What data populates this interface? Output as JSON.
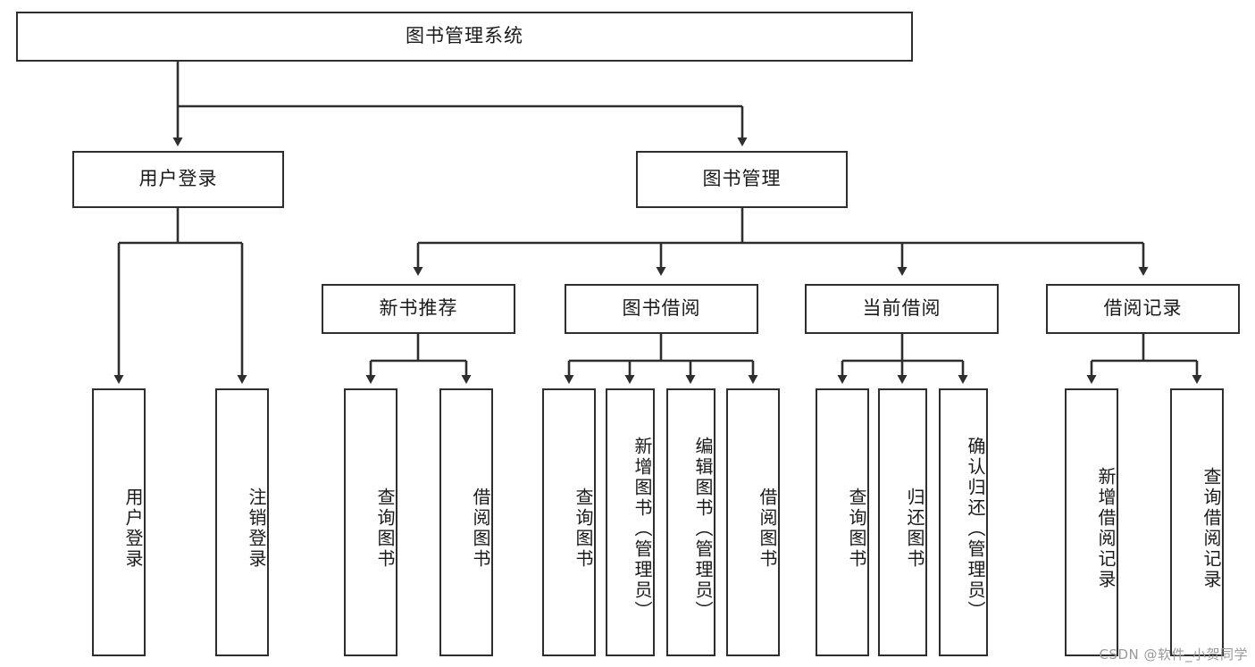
{
  "diagram": {
    "type": "tree",
    "title": "图书管理系统",
    "watermark": "CSDN @软件_小贺同学",
    "levels": {
      "root": {
        "label": "图书管理系统"
      },
      "level2": [
        {
          "label": "用户登录"
        },
        {
          "label": "图书管理"
        }
      ],
      "level3": [
        {
          "label": "新书推荐"
        },
        {
          "label": "图书借阅"
        },
        {
          "label": "当前借阅"
        },
        {
          "label": "借阅记录"
        }
      ],
      "leaves": {
        "user_login": [
          {
            "label": "用户登录"
          },
          {
            "label": "注销登录"
          }
        ],
        "new_book_recommend": [
          {
            "label": "查询图书"
          },
          {
            "label": "借阅图书"
          }
        ],
        "book_borrow": [
          {
            "label": "查询图书"
          },
          {
            "label": "新增图书（管理员）"
          },
          {
            "label": "编辑图书（管理员）"
          },
          {
            "label": "借阅图书"
          }
        ],
        "current_borrow": [
          {
            "label": "查询图书"
          },
          {
            "label": "归还图书"
          },
          {
            "label": "确认归还（管理员）"
          }
        ],
        "borrow_record": [
          {
            "label": "新增借阅记录"
          },
          {
            "label": "查询借阅记录"
          }
        ]
      }
    },
    "colors": {
      "border": "#2e2e2e",
      "background": "#ffffff",
      "text": "#1a1a1a",
      "watermark": "#9a9a9a"
    }
  }
}
